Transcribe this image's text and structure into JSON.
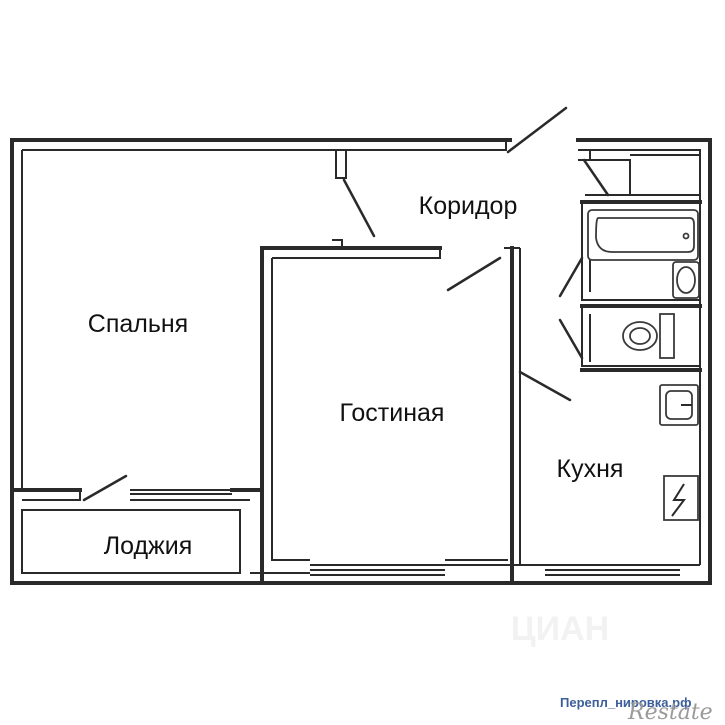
{
  "rooms": {
    "bedroom": "Спальня",
    "corridor": "Коридор",
    "living_room": "Гостиная",
    "kitchen": "Кухня",
    "loggia": "Лоджия"
  },
  "credit": {
    "site": "Перепл_нировка.рф",
    "brand": "Restate"
  }
}
